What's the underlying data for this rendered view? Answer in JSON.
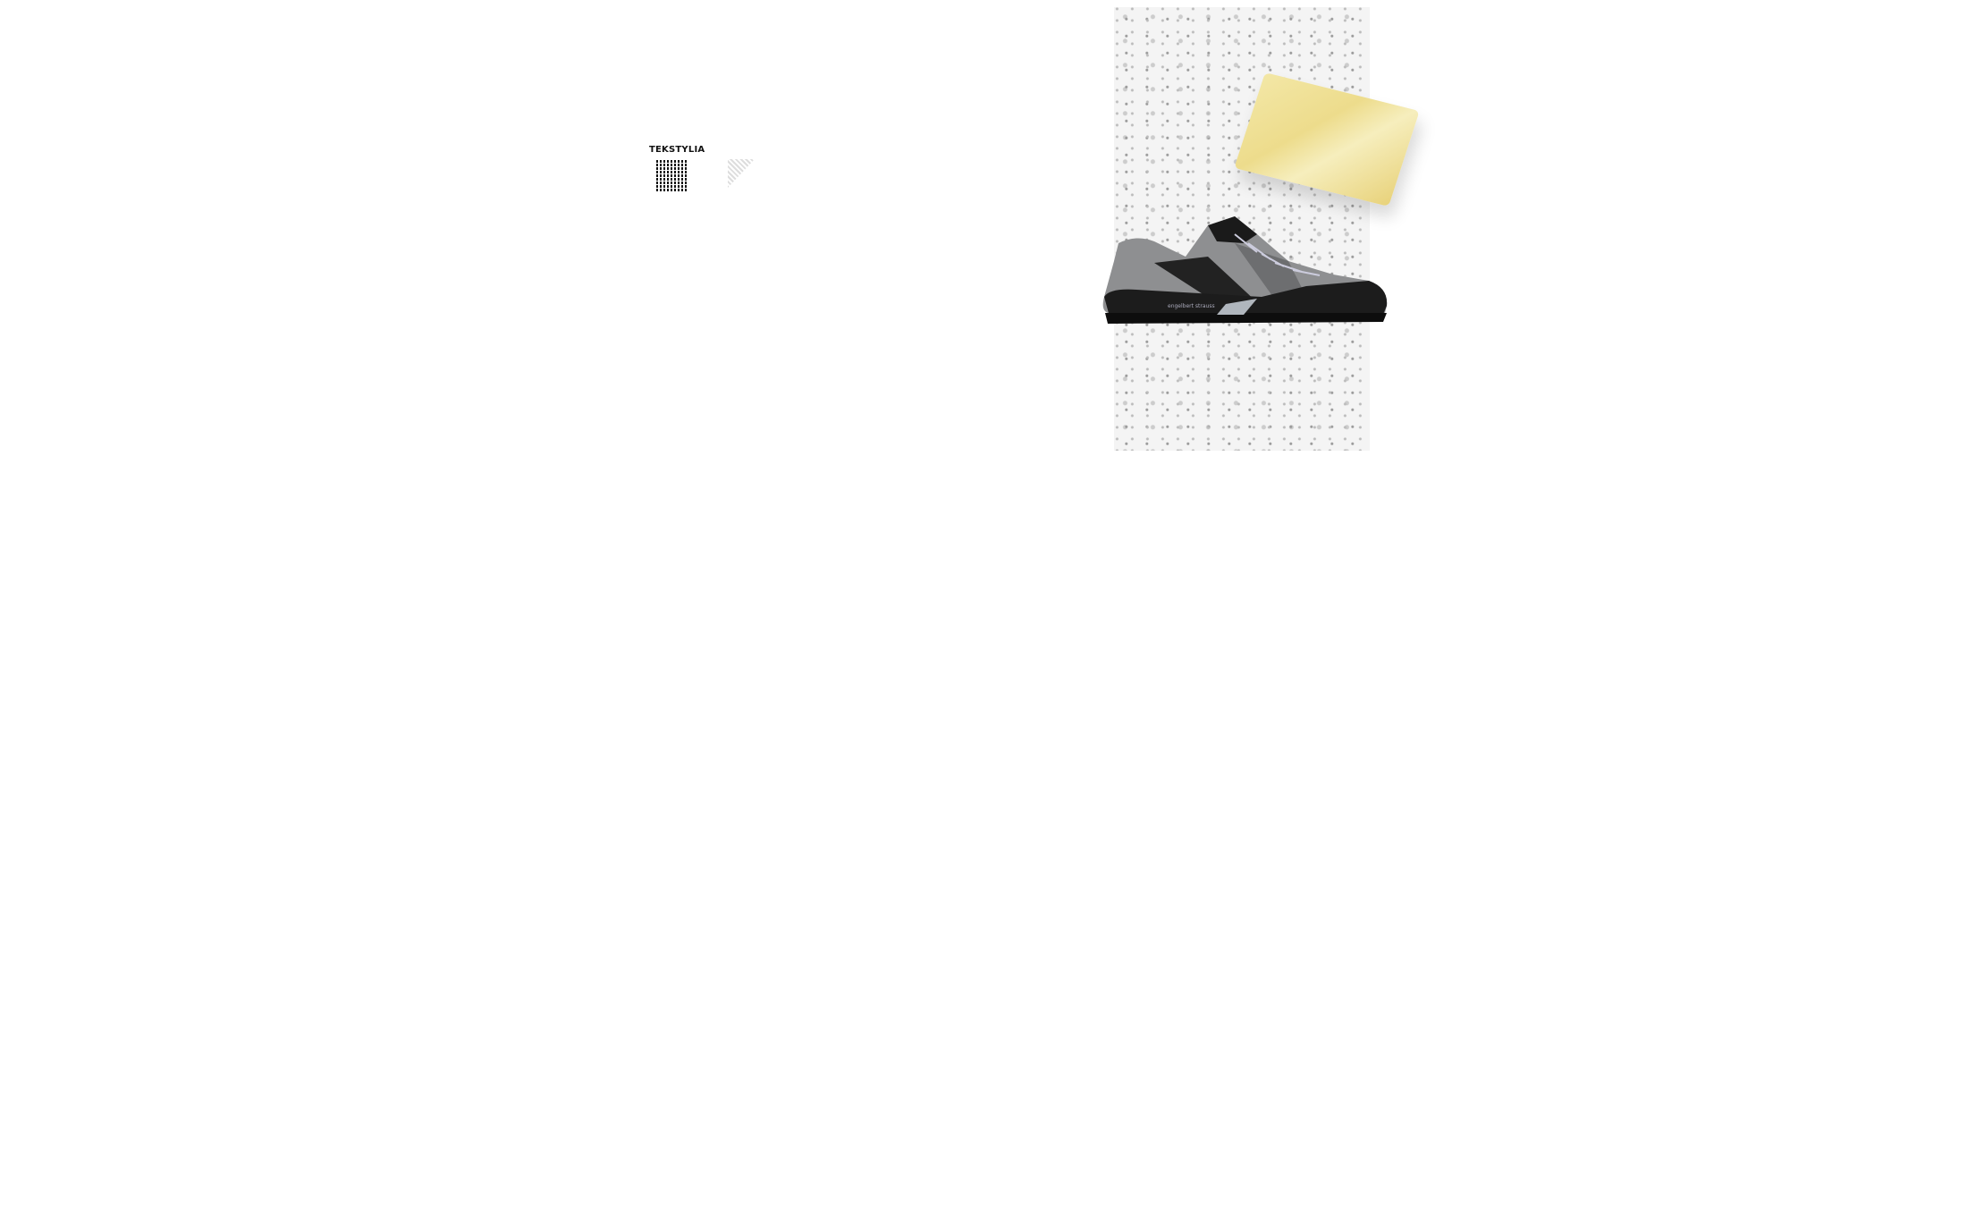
{
  "category": {
    "label": "TEKSTYLIA",
    "icon": "textile-weave-icon"
  },
  "product_image": {
    "brand_lettering": "engelbert strauss",
    "items": [
      "shoe",
      "cloth"
    ]
  }
}
